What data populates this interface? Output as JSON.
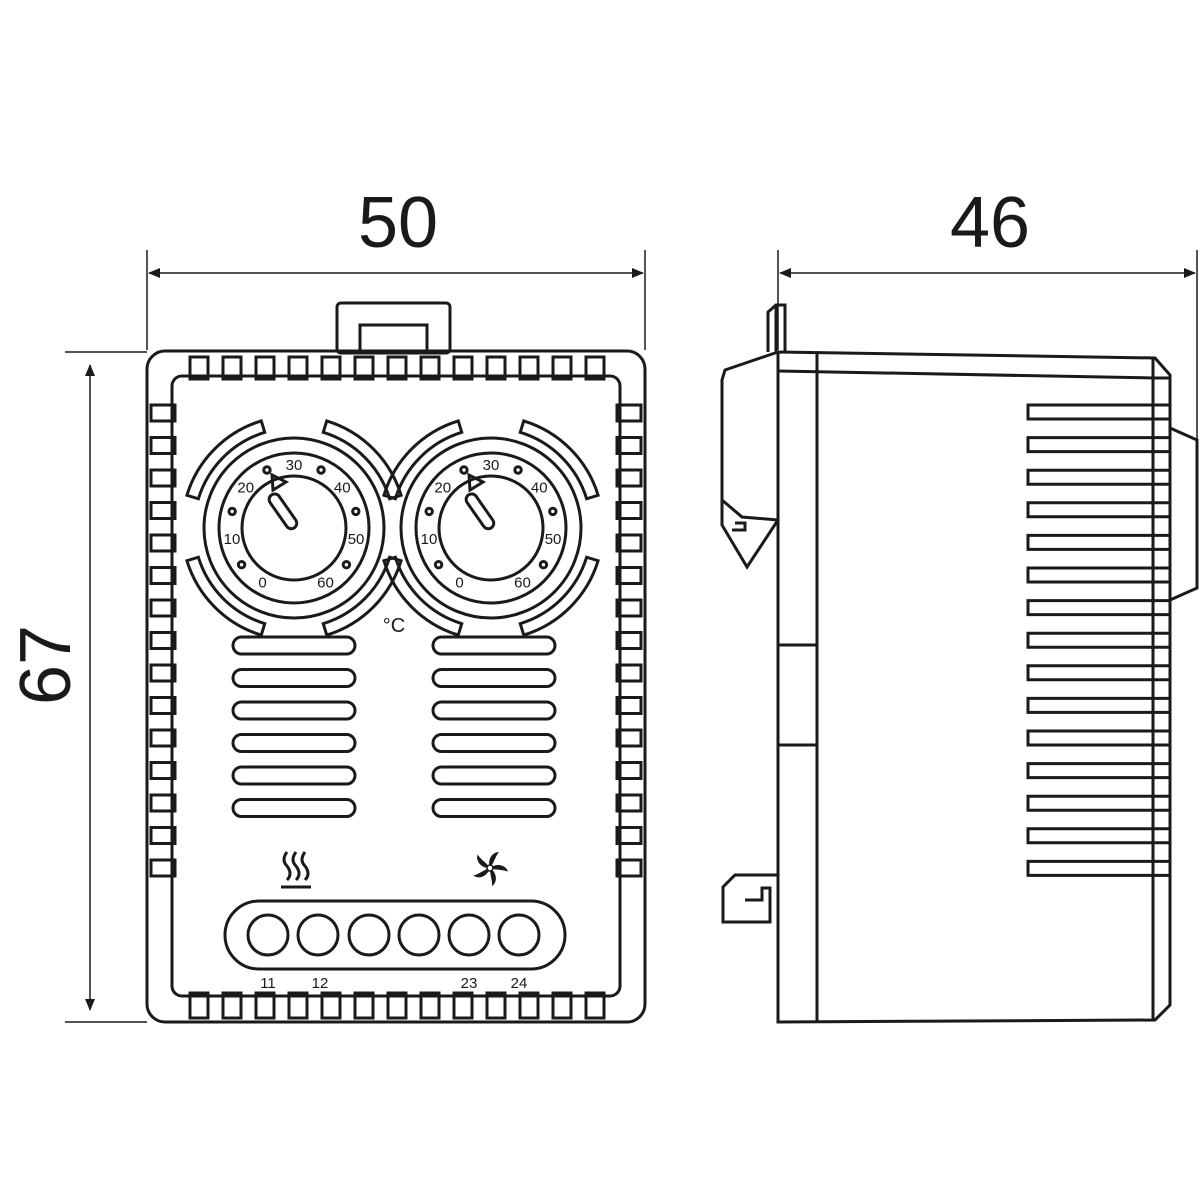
{
  "dimensions": {
    "width": "50",
    "height": "67",
    "depth": "46"
  },
  "dial_scale": [
    "0",
    "10",
    "20",
    "30",
    "40",
    "50",
    "60"
  ],
  "unit_label": "°C",
  "terminals": [
    "11",
    "12",
    "23",
    "24"
  ],
  "symbols": {
    "heater": "heater-icon",
    "fan": "fan-icon"
  },
  "colors": {
    "line": "#1a1a1a",
    "background": "#ffffff"
  }
}
